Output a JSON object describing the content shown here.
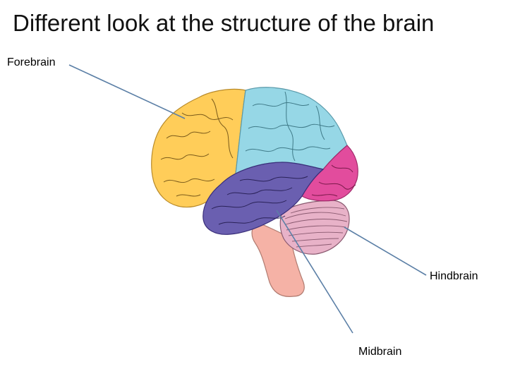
{
  "slide": {
    "title": "Different look at the structure of the brain"
  },
  "labels": {
    "forebrain": "Forebrain",
    "hindbrain": "Hindbrain",
    "midbrain": "Midbrain"
  },
  "colors": {
    "frontal_lobe": "#ffcd59",
    "parietal_lobe": "#96d7e6",
    "occipital_lobe": "#e24c9d",
    "temporal_lobe": "#6a5fb0",
    "cerebellum": "#e8b2c8",
    "brainstem": "#f5b2a6",
    "leader_line": "#5b7fa6",
    "gyrus_line": "#4a3a2a"
  }
}
